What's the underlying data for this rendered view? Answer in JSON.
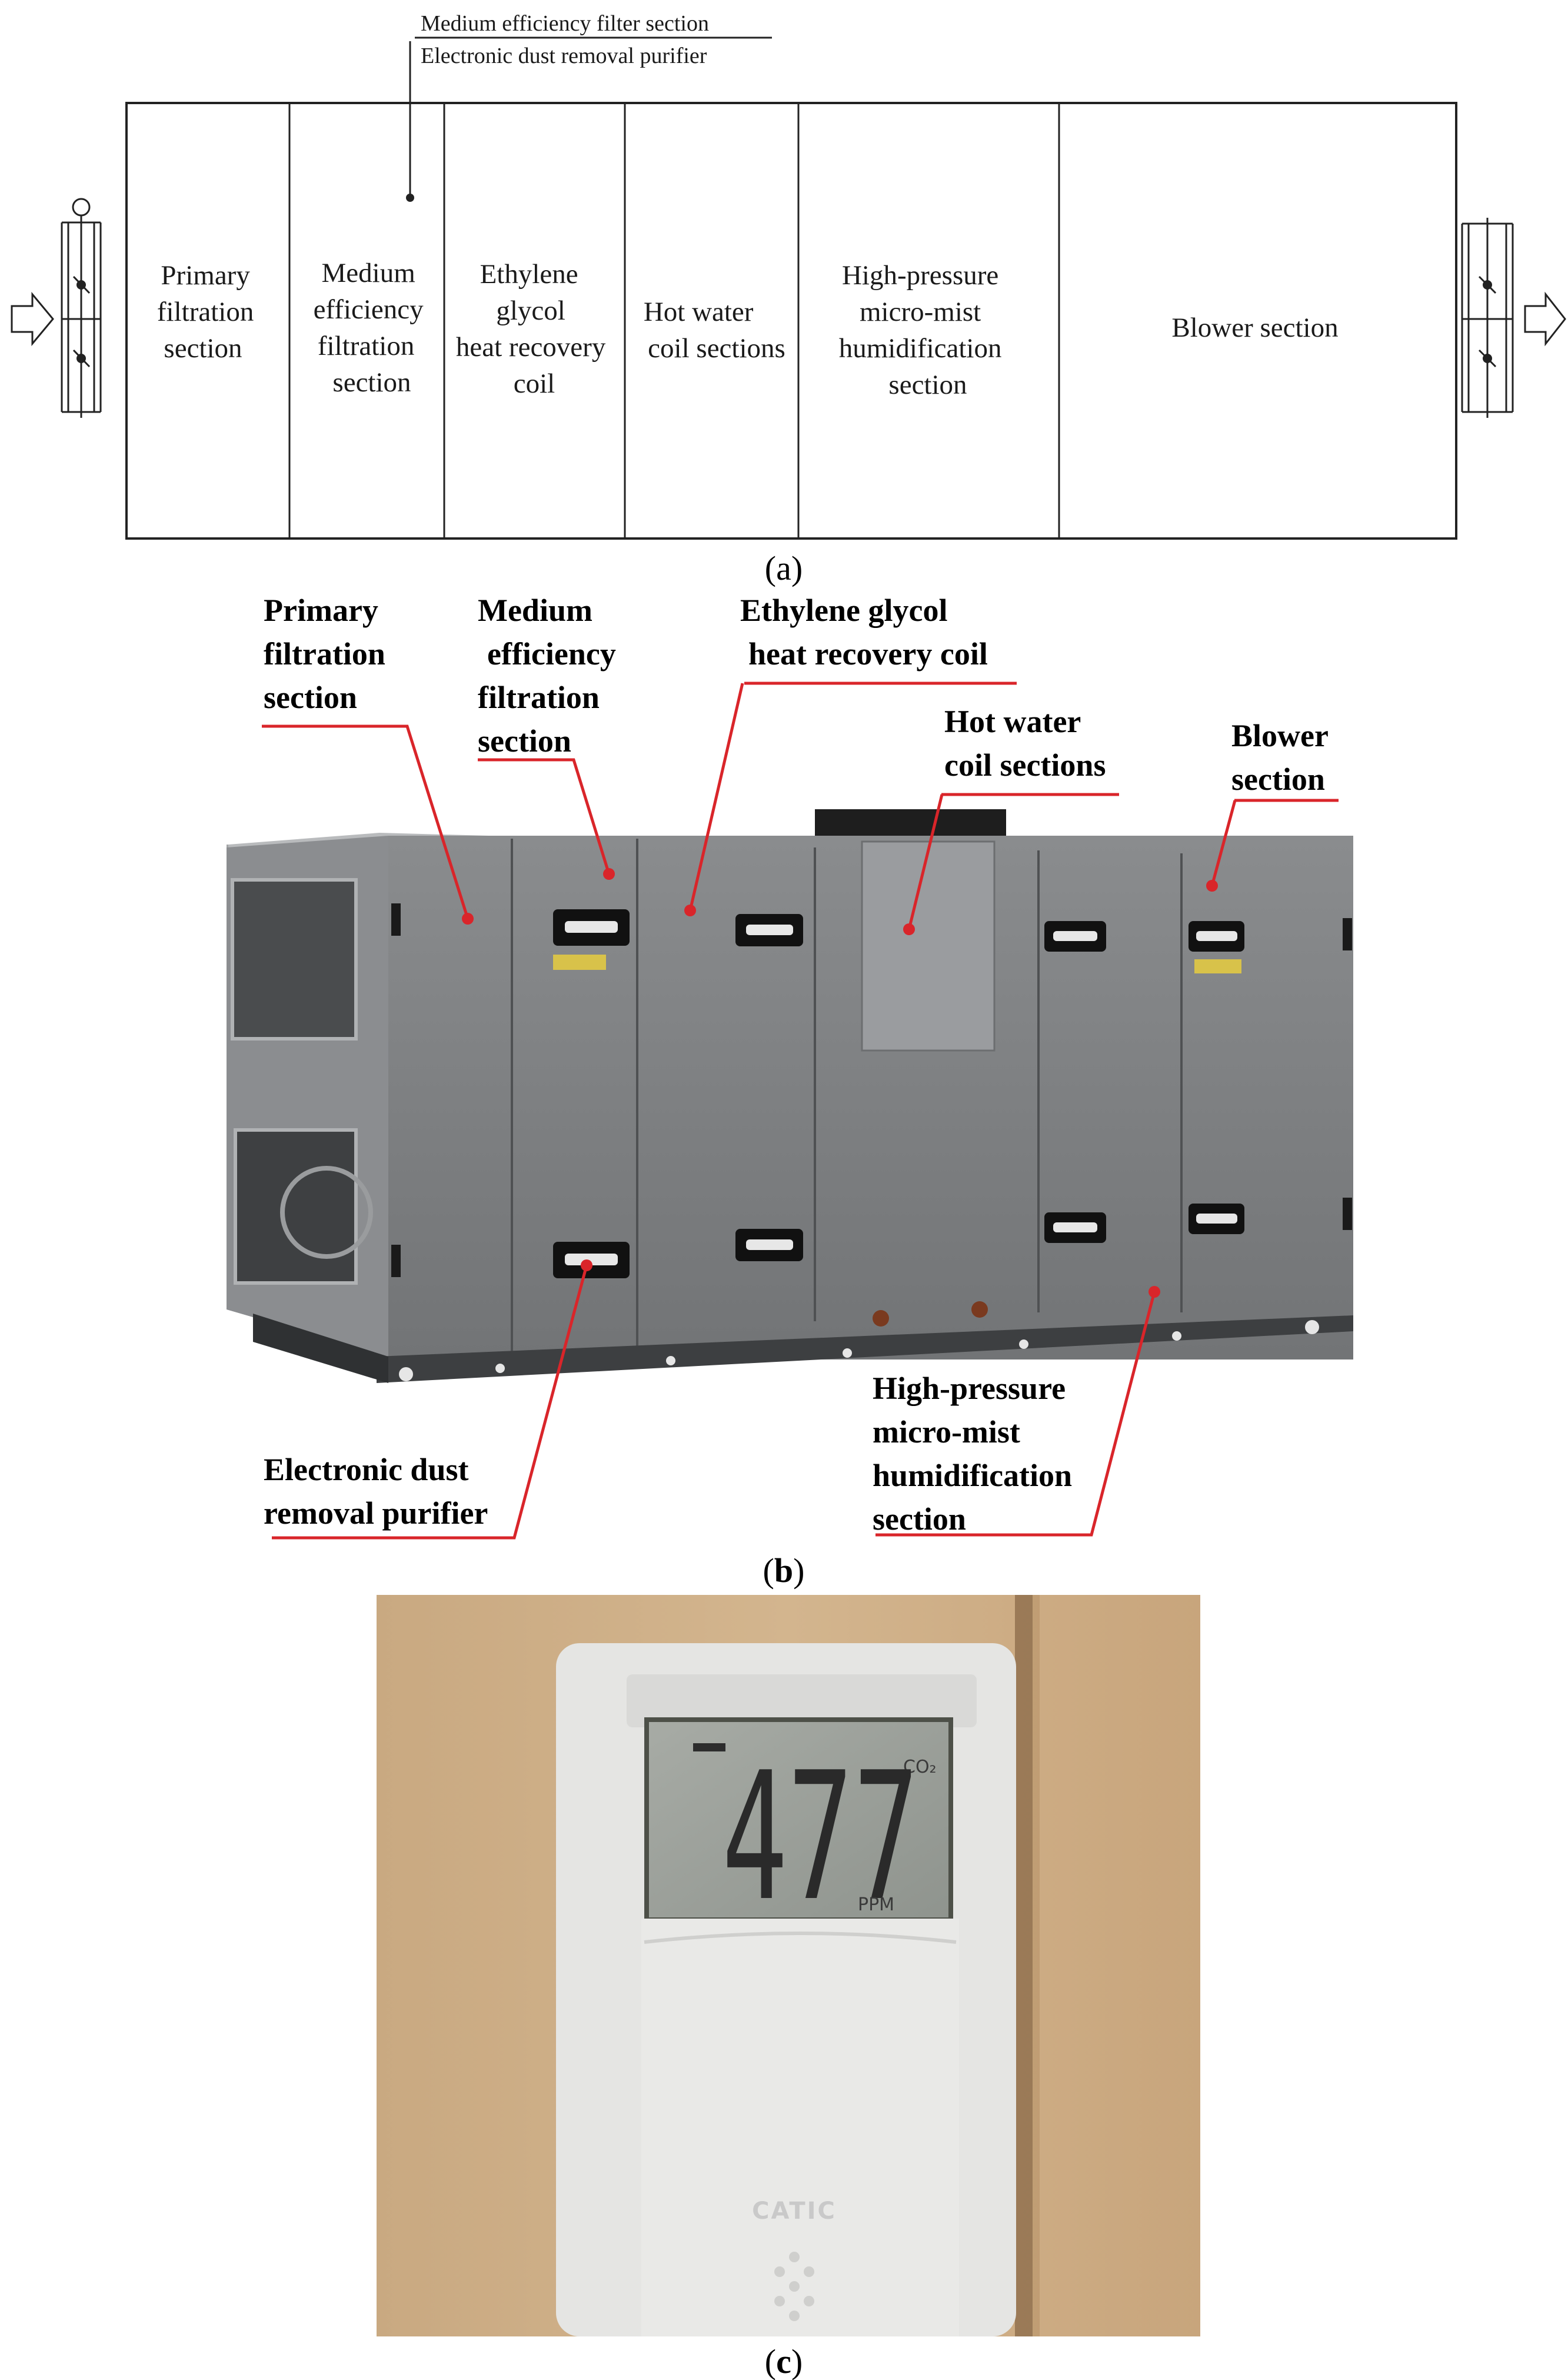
{
  "panel_a": {
    "top_note_line1": "Medium efficiency filter section",
    "top_note_line2": "Electronic dust removal purifier",
    "sections": [
      {
        "lines": [
          "Primary",
          "filtration",
          "section"
        ]
      },
      {
        "lines": [
          "Medium",
          "efficiency",
          "filtration",
          "section"
        ]
      },
      {
        "lines": [
          "Ethylene",
          "glycol",
          "heat recovery",
          "coil"
        ]
      },
      {
        "lines": [
          "Hot water",
          "coil sections"
        ]
      },
      {
        "lines": [
          "High-pressure",
          "micro-mist",
          "humidification",
          "section"
        ]
      },
      {
        "lines": [
          "Blower section"
        ]
      }
    ],
    "caption": {
      "open": "(",
      "letter": "a",
      "close": ")"
    }
  },
  "panel_b": {
    "labels": {
      "primary": [
        "Primary",
        "filtration",
        "section"
      ],
      "medium": [
        "Medium",
        "efficiency",
        "filtration",
        "section"
      ],
      "glycol": [
        "Ethylene glycol",
        "heat recovery coil"
      ],
      "hotwater": [
        "Hot water",
        "coil sections"
      ],
      "blower": [
        "Blower",
        "section"
      ],
      "dust": [
        "Electronic dust",
        "removal purifier"
      ],
      "humid": [
        "High-pressure",
        "micro-mist",
        "humidification",
        "section"
      ]
    },
    "leader_color": "#d9252a",
    "caption": {
      "open": "(",
      "letter": "b",
      "close": ")"
    }
  },
  "panel_c": {
    "display_value": "477",
    "unit_top": "CO₂",
    "unit_bottom": "PPM",
    "brand": "CATIC",
    "caption": {
      "open": "(",
      "letter": "c",
      "close": ")"
    }
  }
}
